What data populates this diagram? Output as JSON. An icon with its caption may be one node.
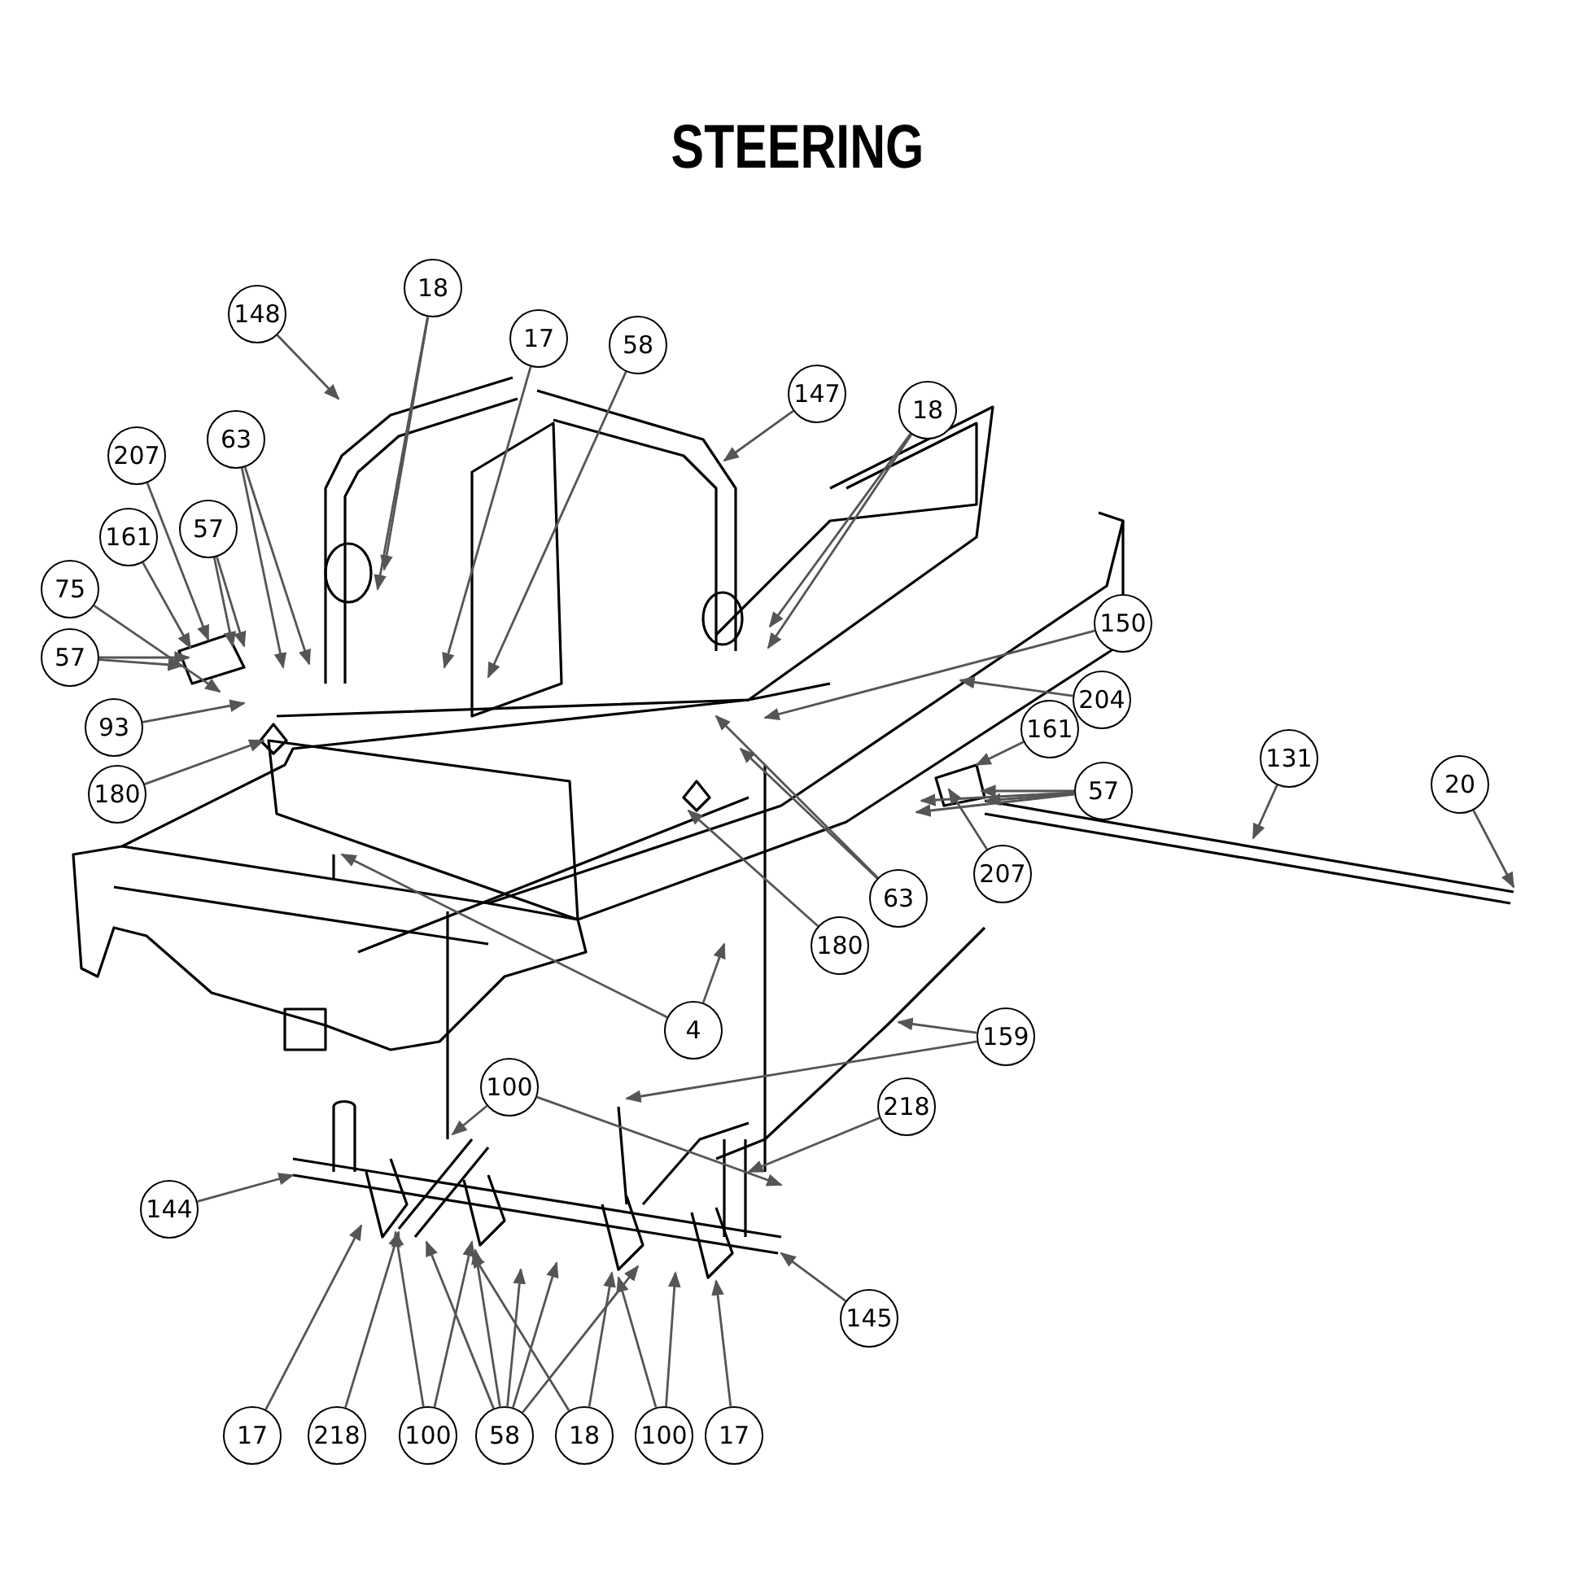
{
  "diagram": {
    "title": "STEERING",
    "nodes": [
      {
        "text": [
          "148"
        ]
      },
      {
        "text": [
          "18"
        ]
      },
      {
        "text": [
          "17"
        ]
      },
      {
        "text": [
          "58"
        ]
      },
      {
        "text": [
          "147"
        ]
      },
      {
        "text": [
          "18"
        ]
      },
      {
        "text": [
          "207"
        ]
      },
      {
        "text": [
          "63"
        ]
      },
      {
        "text": [
          "161"
        ]
      },
      {
        "text": [
          "57"
        ]
      },
      {
        "text": [
          "75"
        ]
      },
      {
        "text": [
          "57"
        ]
      },
      {
        "text": [
          "93"
        ]
      },
      {
        "text": [
          "180"
        ]
      },
      {
        "text": [
          "150"
        ]
      },
      {
        "text": [
          "204"
        ]
      },
      {
        "text": [
          "161"
        ]
      },
      {
        "text": [
          "131"
        ]
      },
      {
        "text": [
          "20"
        ]
      },
      {
        "text": [
          "57"
        ]
      },
      {
        "text": [
          "63"
        ]
      },
      {
        "text": [
          "207"
        ]
      },
      {
        "text": [
          "180"
        ]
      },
      {
        "text": [
          "4"
        ]
      },
      {
        "text": [
          "159"
        ]
      },
      {
        "text": [
          "100"
        ]
      },
      {
        "text": [
          "218"
        ]
      },
      {
        "text": [
          "144"
        ]
      },
      {
        "text": [
          "145"
        ]
      },
      {
        "text": [
          "17"
        ]
      },
      {
        "text": [
          "218"
        ]
      },
      {
        "text": [
          "100"
        ]
      },
      {
        "text": [
          "58"
        ]
      },
      {
        "text": [
          "18"
        ]
      },
      {
        "text": [
          "100"
        ]
      },
      {
        "text": [
          "17"
        ]
      }
    ],
    "edges": [
      {
        "from": 0,
        "to": null,
        "arrow": "to"
      },
      {
        "from": 1,
        "to": null,
        "arrow": "to"
      },
      {
        "from": 1,
        "to": null,
        "arrow": "to"
      },
      {
        "from": 2,
        "to": null,
        "arrow": "to"
      },
      {
        "from": 3,
        "to": null,
        "arrow": "to"
      },
      {
        "from": 4,
        "to": null,
        "arrow": "to"
      },
      {
        "from": 5,
        "to": null,
        "arrow": "to"
      },
      {
        "from": 5,
        "to": null,
        "arrow": "to"
      },
      {
        "from": 6,
        "to": null,
        "arrow": "to"
      },
      {
        "from": 7,
        "to": null,
        "arrow": "to"
      },
      {
        "from": 7,
        "to": null,
        "arrow": "to"
      },
      {
        "from": 8,
        "to": null,
        "arrow": "to"
      },
      {
        "from": 9,
        "to": null,
        "arrow": "to"
      },
      {
        "from": 9,
        "to": null,
        "arrow": "to"
      },
      {
        "from": 10,
        "to": null,
        "arrow": "to"
      },
      {
        "from": 11,
        "to": null,
        "arrow": "to"
      },
      {
        "from": 11,
        "to": null,
        "arrow": "to"
      },
      {
        "from": 12,
        "to": null,
        "arrow": "to"
      },
      {
        "from": 13,
        "to": null,
        "arrow": "to"
      },
      {
        "from": 14,
        "to": null,
        "arrow": "to"
      },
      {
        "from": 15,
        "to": null,
        "arrow": "to"
      },
      {
        "from": 16,
        "to": null,
        "arrow": "to"
      },
      {
        "from": 17,
        "to": null,
        "arrow": "to"
      },
      {
        "from": 18,
        "to": null,
        "arrow": "to"
      },
      {
        "from": 19,
        "to": null,
        "arrow": "to"
      },
      {
        "from": 19,
        "to": null,
        "arrow": "to"
      },
      {
        "from": 19,
        "to": null,
        "arrow": "to"
      },
      {
        "from": 19,
        "to": null,
        "arrow": "to"
      },
      {
        "from": 20,
        "to": null,
        "arrow": "to"
      },
      {
        "from": 20,
        "to": null,
        "arrow": "to"
      },
      {
        "from": 21,
        "to": null,
        "arrow": "to"
      },
      {
        "from": 22,
        "to": null,
        "arrow": "to"
      },
      {
        "from": 23,
        "to": null,
        "arrow": "to"
      },
      {
        "from": 23,
        "to": null,
        "arrow": "to"
      },
      {
        "from": 24,
        "to": null,
        "arrow": "to"
      },
      {
        "from": 24,
        "to": null,
        "arrow": "to"
      },
      {
        "from": 25,
        "to": null,
        "arrow": "to"
      },
      {
        "from": 25,
        "to": null,
        "arrow": "to"
      },
      {
        "from": 26,
        "to": null,
        "arrow": "to"
      },
      {
        "from": 27,
        "to": null,
        "arrow": "to"
      },
      {
        "from": 28,
        "to": null,
        "arrow": "to"
      },
      {
        "from": 29,
        "to": null,
        "arrow": "to"
      },
      {
        "from": 30,
        "to": null,
        "arrow": "to"
      },
      {
        "from": 31,
        "to": null,
        "arrow": "to"
      },
      {
        "from": 31,
        "to": null,
        "arrow": "to"
      },
      {
        "from": 32,
        "to": null,
        "arrow": "to"
      },
      {
        "from": 32,
        "to": null,
        "arrow": "to"
      },
      {
        "from": 32,
        "to": null,
        "arrow": "to"
      },
      {
        "from": 32,
        "to": null,
        "arrow": "to"
      },
      {
        "from": 32,
        "to": null,
        "arrow": "to"
      },
      {
        "from": 33,
        "to": null,
        "arrow": "to"
      },
      {
        "from": 33,
        "to": null,
        "arrow": "to"
      },
      {
        "from": 34,
        "to": null,
        "arrow": "to"
      },
      {
        "from": 34,
        "to": null,
        "arrow": "to"
      },
      {
        "from": 35,
        "to": null,
        "arrow": "to"
      }
    ]
  }
}
